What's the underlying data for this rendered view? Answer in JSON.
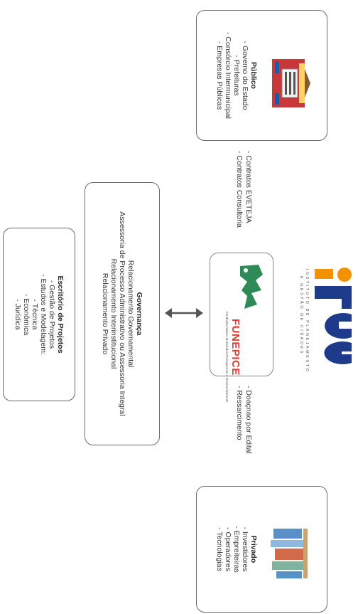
{
  "publico": {
    "title": "Público",
    "lines": [
      "- Governo do Estado",
      "- Prefeituras",
      "- Consórcio Intermunicipal",
      "- Empresas Públicas"
    ]
  },
  "privado": {
    "title": "Privado",
    "lines": [
      "- Investidores",
      "- Empreiteiras",
      "- Operadores",
      "- Tecnologias"
    ]
  },
  "contratos": [
    "- Contratos EVETEJA",
    "- Contratos Consultoria"
  ],
  "doacao": [
    "- Doaçnao por Edital",
    "- Ressarcimento"
  ],
  "governanca": {
    "title": "Governança",
    "lines": [
      "Relacionamento Governamental",
      "Assessoria de Processo Administrativo ou Assessoria Integral",
      "Relacionamento Interinstitucional",
      "Relacionamento Privado"
    ]
  },
  "escritorio": {
    "title": "Escritório de Projetos",
    "lines": [
      "- Gestão de Projetos",
      "- Estudos e Modelagem:",
      "- Técnica",
      "- Econômica",
      "- Jurídica"
    ]
  },
  "funepice": {
    "name": "FUNEPICE",
    "tagline": "Fundação Núcleo de Estudos Planejamento e Desenvolvimento"
  },
  "ipgc": {
    "letters": "IPGC",
    "line1": "INSTITUTO DE PLANEJAMENTO",
    "line2": "E GESTÃO DE CIDADES"
  },
  "colors": {
    "orange": "#f39200",
    "blue": "#1e3a8a",
    "green": "#2e8b57",
    "red": "#e53935",
    "border": "#6b6b6b"
  }
}
